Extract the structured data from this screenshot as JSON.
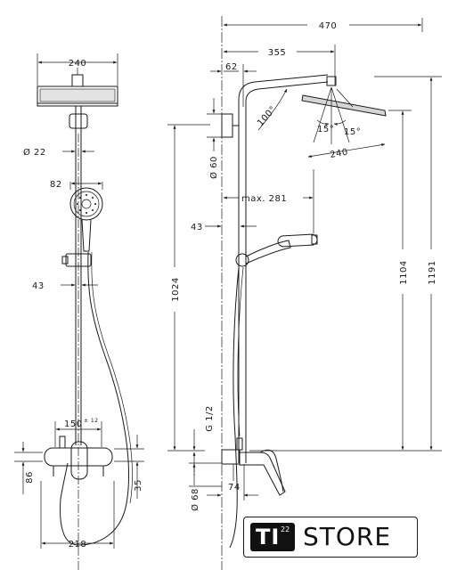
{
  "dimensions": {
    "head_width_front": "240",
    "pipe_diameter": "Ø 22",
    "hand_shower_width": "82",
    "holder_offset_front": "43",
    "mixer_spacing": "150",
    "mixer_tolerance": "± 12",
    "mixer_height_left": "86",
    "mixer_height_right": "35",
    "base_width": "218",
    "total_reach": "470",
    "arm_reach": "355",
    "wall_offset": "62",
    "bracket_diameter": "Ø 60",
    "arm_angle": "100°",
    "tilt_left": "15°",
    "tilt_right": "15°",
    "head_width_side": "240",
    "max_reach": "max. 281",
    "holder_offset_side": "43",
    "height_holder": "1024",
    "height_head": "1104",
    "height_total": "1191",
    "thread": "G 1/2",
    "outlet_diameter": "Ø 68",
    "mixer_depth": "74"
  },
  "logo": {
    "mark": "TI",
    "superscript": "22",
    "name": "STORE"
  }
}
